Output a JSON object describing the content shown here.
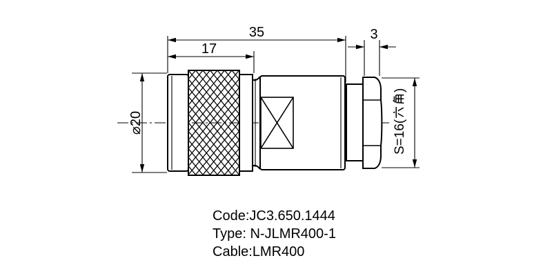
{
  "drawing": {
    "type": "technical-drawing",
    "subject": "coaxial connector side view",
    "colors": {
      "line": "#000000",
      "background": "#ffffff"
    },
    "dimensions": {
      "overall_length": "35",
      "front_length": "17",
      "hex_thickness": "3",
      "diameter": "⌀20",
      "hex_flats": {
        "label_full": "S=16(六角)",
        "prefix": "S=16(",
        "cjk": "六角",
        "suffix": ")"
      }
    },
    "info": {
      "code": "Code:JC3.650.1444",
      "type": "Type: N-JLMR400-1",
      "cable": "Cable:LMR400"
    }
  }
}
